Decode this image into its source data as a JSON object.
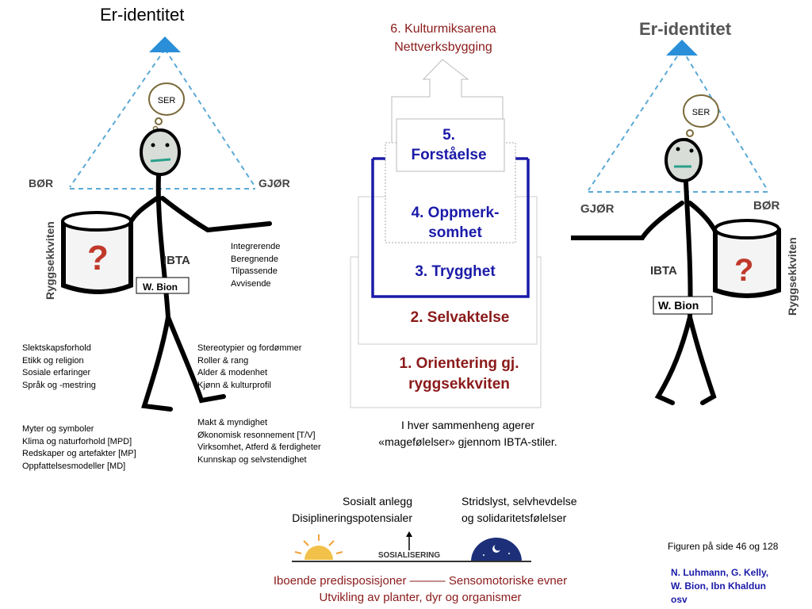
{
  "left_figure": {
    "title": "Er-identitet",
    "ser": "SER",
    "bor": "BØR",
    "gjor": "GJØR",
    "backpack": "Ryggsekkviten",
    "question": "?",
    "ibta": "IBTA",
    "bion": "W. Bion"
  },
  "right_figure": {
    "title": "Er-identitet",
    "ser": "SER",
    "gjor": "GJØR",
    "bor": "BØR",
    "backpack": "Ryggsekkviten",
    "question": "?",
    "ibta": "IBTA",
    "bion": "W. Bion"
  },
  "ibta_styles": [
    "Integrerende",
    "Beregnende",
    "Tilpassende",
    "Avvisende"
  ],
  "lists": {
    "col1_a": [
      "Slektskapsforhold",
      "Etikk og religion",
      "Sosiale erfaringer",
      "Språk og -mestring"
    ],
    "col1_b": [
      "Myter og symboler",
      "Klima og naturforhold [MPD]",
      "Redskaper og artefakter [MP]",
      "Oppfattelsesmodeller [MD]"
    ],
    "col2_a": [
      "Stereotypier og fordømmer",
      "Roller & rang",
      "Alder & modenhet",
      "Kjønn & kulturprofil"
    ],
    "col2_b": [
      "Makt & myndighet",
      "Økonomisk resonnement [T/V]",
      "Virksomhet, Atferd & ferdigheter",
      "Kunnskap og selvstendighet"
    ]
  },
  "pyramid": {
    "top": [
      "6. Kulturmiksarena",
      "Nettverksbygging"
    ],
    "level5": [
      "5.",
      "Forståelse"
    ],
    "level4": [
      "4. Oppmerk-",
      "somhet"
    ],
    "level3": "3. Trygghet",
    "level2": "2. Selvaktelse",
    "level1": [
      "1. Orientering gj.",
      "ryggsekkviten"
    ]
  },
  "caption": [
    "I hver sammenheng agerer",
    "«magefølelser» gjennom IBTA-stiler."
  ],
  "bottom": {
    "left": [
      "Sosialt anlegg",
      "Disiplineringspotensialer"
    ],
    "right": [
      "Stridslyst, selvhevdelse",
      "og solidaritetsfølelser"
    ],
    "socialisering": "SOSIALISERING",
    "line1": "Iboende predisposisjoner ——— Sensomotoriske evner",
    "line2": "Utvikling av planter, dyr og organismer"
  },
  "figure_ref": "Figuren på side  46 og 128",
  "authors": [
    "N. Luhmann, G. Kelly,",
    "W. Bion, Ibn Khaldun",
    "osv"
  ],
  "colors": {
    "dark_red": "#8b1a1a",
    "blue": "#1a1aa8",
    "dashed_sky": "#5aa9d6",
    "arrow_blue": "#2a8fd8"
  }
}
